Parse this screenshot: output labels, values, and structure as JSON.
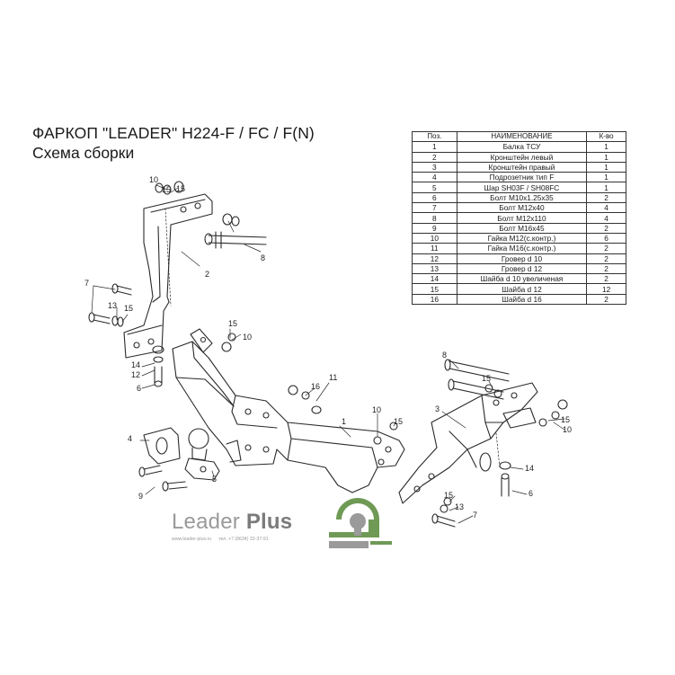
{
  "title": "ФАРКОП \"LEADER\" H224-F / FC / F(N)",
  "subtitle": "Схема сборки",
  "parts_table": {
    "headers": [
      "Поз.",
      "НАИМЕНОВАНИЕ",
      "К-во"
    ],
    "rows": [
      {
        "pos": "1",
        "name": "Балка ТСУ",
        "qty": "1"
      },
      {
        "pos": "2",
        "name": "Кронштейн левый",
        "qty": "1"
      },
      {
        "pos": "3",
        "name": "Кронштейн правый",
        "qty": "1"
      },
      {
        "pos": "4",
        "name": "Подрозетник тип F",
        "qty": "1"
      },
      {
        "pos": "5",
        "name": "Шар SH03F / SH08FC",
        "qty": "1"
      },
      {
        "pos": "6",
        "name": "Болт М10х1.25х35",
        "qty": "2"
      },
      {
        "pos": "7",
        "name": "Болт М12х40",
        "qty": "4"
      },
      {
        "pos": "8",
        "name": "Болт М12х110",
        "qty": "4"
      },
      {
        "pos": "9",
        "name": "Болт М16х45",
        "qty": "2"
      },
      {
        "pos": "10",
        "name": "Гайка М12(с.контр.)",
        "qty": "6"
      },
      {
        "pos": "11",
        "name": "Гайка М16(с.контр.)",
        "qty": "2"
      },
      {
        "pos": "12",
        "name": "Гровер d 10",
        "qty": "2"
      },
      {
        "pos": "13",
        "name": "Гровер d 12",
        "qty": "2"
      },
      {
        "pos": "14",
        "name": "Шайба d 10 увеличеная",
        "qty": "2"
      },
      {
        "pos": "15",
        "name": "Шайба d 12",
        "qty": "12"
      },
      {
        "pos": "16",
        "name": "Шайба d 16",
        "qty": "2"
      }
    ]
  },
  "callouts": [
    "10",
    "15",
    "15",
    "8",
    "2",
    "7",
    "13",
    "15",
    "14",
    "12",
    "6",
    "15",
    "10",
    "11",
    "16",
    "1",
    "4",
    "5",
    "9",
    "10",
    "15",
    "8",
    "15",
    "3",
    "15",
    "10",
    "14",
    "6",
    "15",
    "13",
    "7"
  ],
  "logo": {
    "brand_light": "Leader ",
    "brand_bold": "Plus",
    "website": "www.leader-plus.ru",
    "phone": "тел. +7 (8634) 32-37-91"
  },
  "colors": {
    "line": "#2a2a2a",
    "logo_green": "#6f9a55",
    "logo_grey": "#9a9a9a"
  }
}
